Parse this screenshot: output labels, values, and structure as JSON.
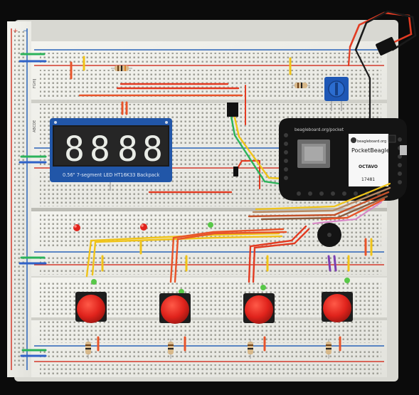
{
  "photo": {
    "display": {
      "digits": [
        "8",
        "8",
        "8",
        "8"
      ],
      "caption": "0.56\" 7-segment LED HT16K33 Backpack"
    },
    "pocketbeagle": {
      "url": "beagleboard.org/pocket",
      "brand": "beagleboard.org",
      "name": "PocketBeagle",
      "maker": "OCTAVO",
      "serial": "17481"
    },
    "rail_markings": {
      "plus": "+",
      "minus": "−"
    },
    "row_labels": {
      "top": "FGHIJ",
      "bottom": "ABCDE"
    },
    "colors": {
      "board": "#efefe9",
      "button_cap": "#e0231c",
      "display_digit": "#e9ece6",
      "pcb_blue": "#2156a8",
      "pocketbeagle_black": "#141414",
      "rail_red": "#d33a2c",
      "rail_blue": "#2b64b8"
    }
  }
}
